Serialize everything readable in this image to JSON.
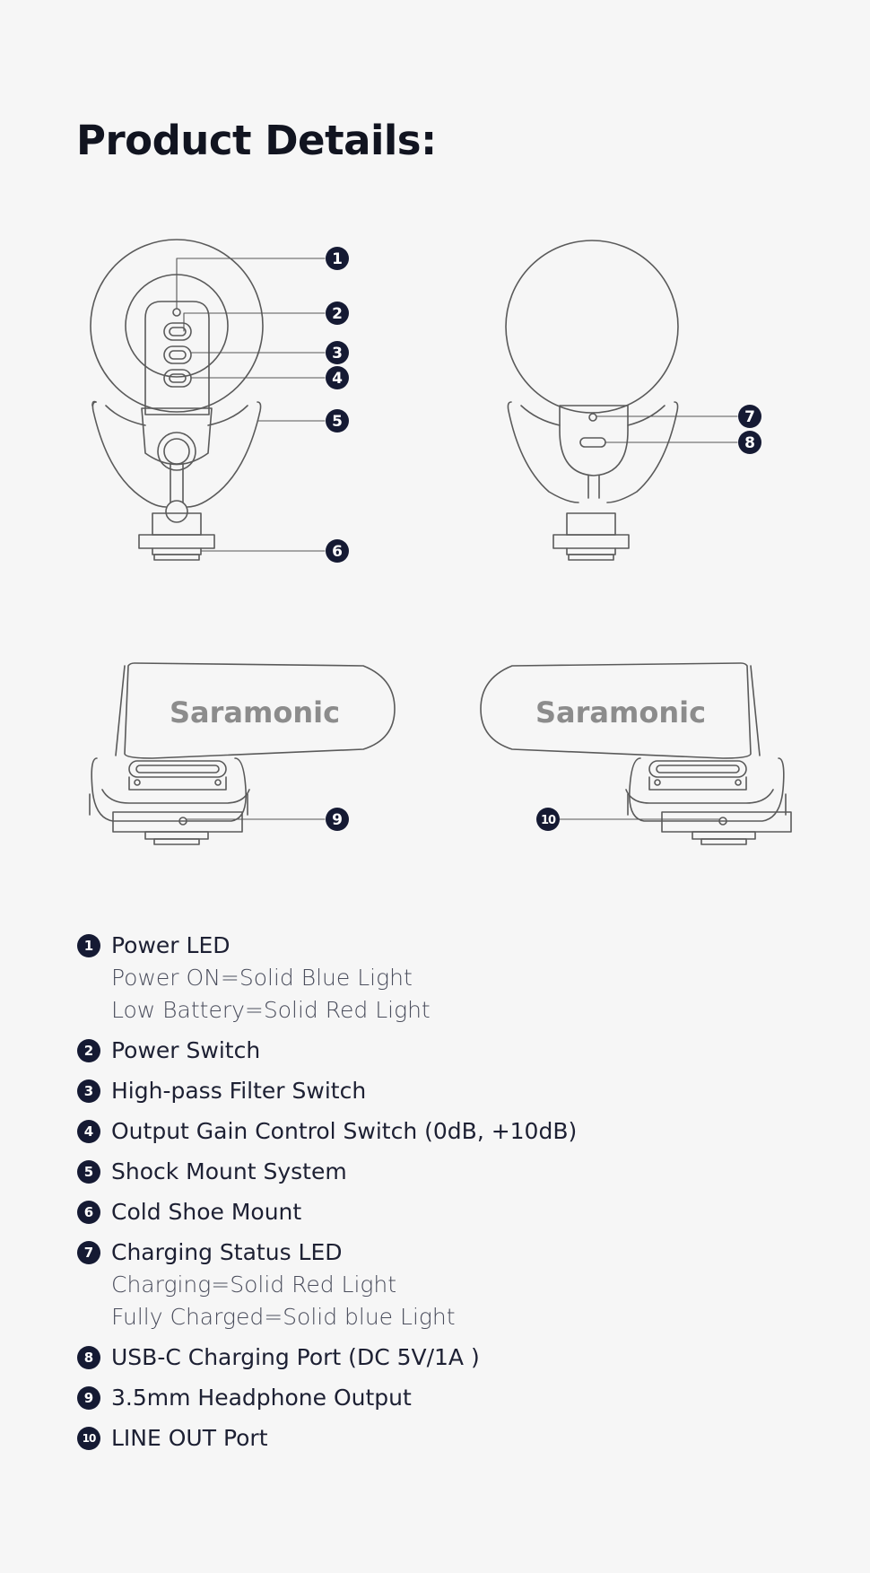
{
  "page": {
    "title": "Product Details:"
  },
  "diagram": {
    "callouts": [
      "1",
      "2",
      "3",
      "4",
      "5",
      "6",
      "7",
      "8",
      "9",
      "10"
    ],
    "brand_left": "Saramonic",
    "brand_right": "Saramonic"
  },
  "legend": [
    {
      "num": "1",
      "label": "Power LED",
      "details": [
        "Power ON=Solid Blue Light",
        "Low Battery=Solid Red Light"
      ]
    },
    {
      "num": "2",
      "label": "Power Switch",
      "details": []
    },
    {
      "num": "3",
      "label": "High-pass Filter Switch",
      "details": []
    },
    {
      "num": "4",
      "label": "Output Gain Control Switch (0dB, +10dB)",
      "details": []
    },
    {
      "num": "5",
      "label": "Shock Mount System",
      "details": []
    },
    {
      "num": "6",
      "label": "Cold Shoe Mount",
      "details": []
    },
    {
      "num": "7",
      "label": "Charging Status LED",
      "details": [
        "Charging=Solid Red Light",
        "Fully Charged=Solid blue Light"
      ]
    },
    {
      "num": "8",
      "label": "USB-C Charging Port (DC 5V/1A )",
      "details": []
    },
    {
      "num": "9",
      "label": "3.5mm Headphone Output",
      "details": []
    },
    {
      "num": "10",
      "label": "LINE OUT Port",
      "details": []
    }
  ],
  "colors": {
    "background": "#f6f6f6",
    "badge": "#151a33",
    "line": "#555555",
    "text": "#1d2033"
  }
}
